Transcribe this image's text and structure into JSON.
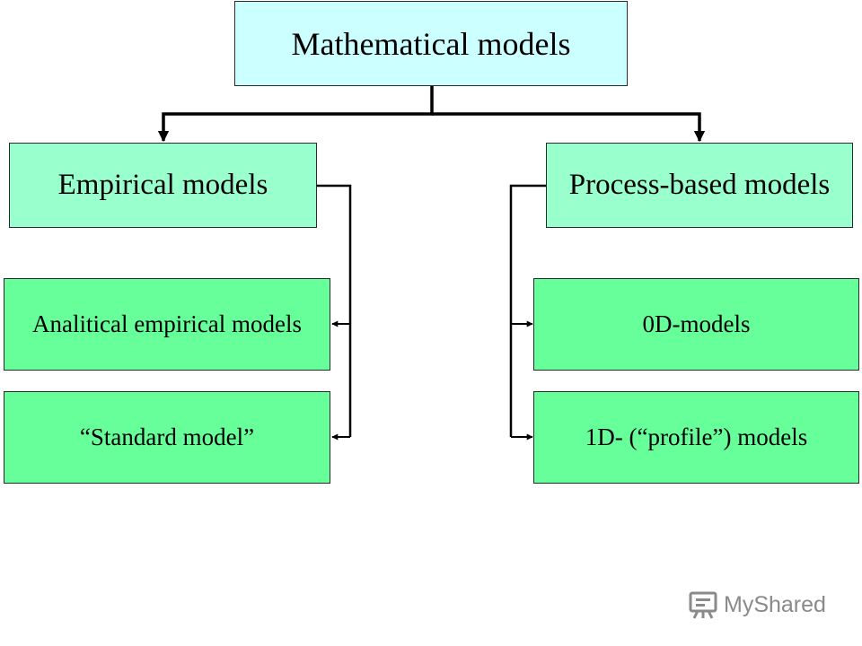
{
  "root": {
    "label": "Mathematical models"
  },
  "branches": [
    {
      "label": "Empirical models",
      "children": [
        "Analitical empirical models",
        "“Standard model”"
      ]
    },
    {
      "label": "Process-based models",
      "children": [
        "0D-models",
        "1D- (“profile”) models"
      ]
    }
  ],
  "watermark": {
    "text": "MyShared",
    "icon": "presentation-board-icon"
  },
  "colors": {
    "root_fill": "#ccffff",
    "level1_fill": "#99ffcc",
    "level2_fill": "#66ff99",
    "connector": "#000000"
  }
}
